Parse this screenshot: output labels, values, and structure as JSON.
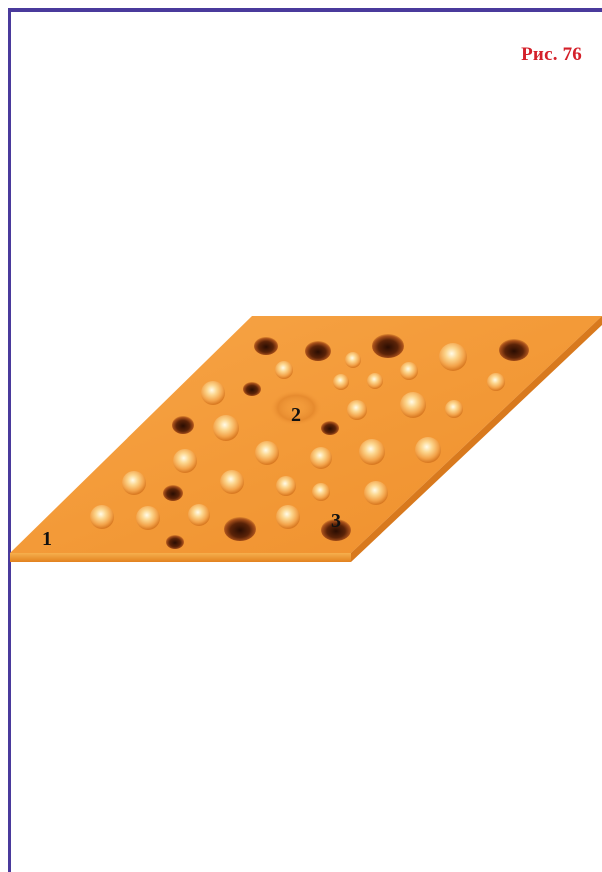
{
  "figure_label": "Рис. 76",
  "colors": {
    "border": "#4a3a9c",
    "caption": "#d4202a",
    "plate_top": "#f59a3a",
    "plate_edge": "#e98a2a",
    "label": "#111111"
  },
  "labels": [
    {
      "text": "1",
      "marker": "plate-edge"
    },
    {
      "text": "2",
      "marker": "center-pit"
    },
    {
      "text": "3",
      "marker": "dark-pit"
    }
  ]
}
